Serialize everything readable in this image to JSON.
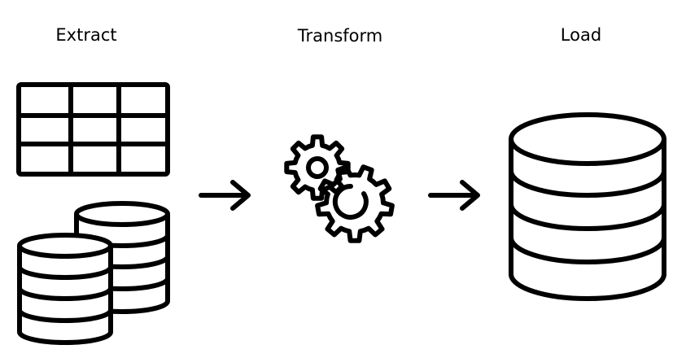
{
  "stages": [
    {
      "label": "Extract"
    },
    {
      "label": "Transform"
    },
    {
      "label": "Load"
    }
  ],
  "icons": {
    "extract_table": "table-icon",
    "extract_databases": "database-stack-icon",
    "transform": "gears-icon",
    "load": "database-icon",
    "flow_arrow": "arrow-right-icon"
  },
  "colors": {
    "line": "#000000",
    "background": "#ffffff"
  }
}
